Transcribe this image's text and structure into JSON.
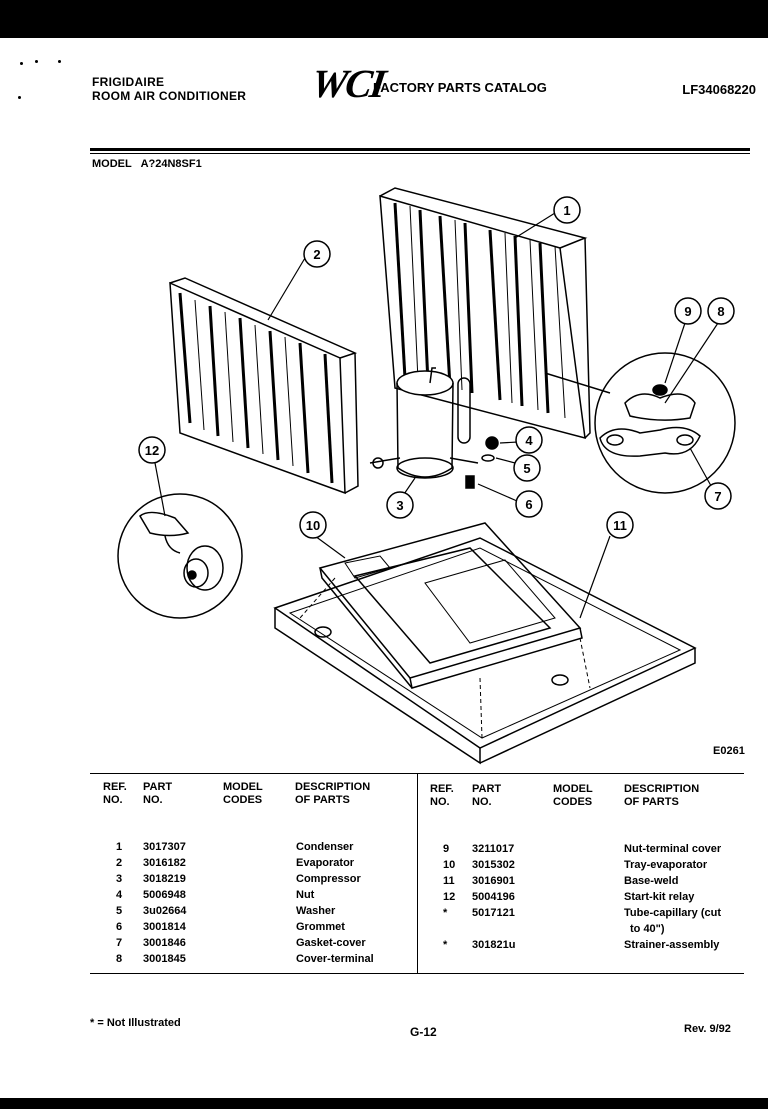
{
  "header": {
    "brand": "FRIGIDAIRE",
    "product": "ROOM AIR CONDITIONER",
    "logo": "WCI",
    "catalog_title": "FACTORY PARTS CATALOG",
    "catalog_id": "LF34068220",
    "model_label": "MODEL",
    "model_number": "A?24N8SF1"
  },
  "diagram": {
    "callouts": [
      "1",
      "2",
      "3",
      "4",
      "5",
      "6",
      "7",
      "8",
      "9",
      "10",
      "11",
      "12"
    ],
    "code": "E0261"
  },
  "table": {
    "headers_left": {
      "ref": "REF.",
      "ref2": "NO.",
      "part": "PART",
      "part2": "NO.",
      "model": "MODEL",
      "model2": "CODES",
      "desc": "DESCRIPTION",
      "desc2": "OF PARTS"
    },
    "headers_right": {
      "ref": "REF.",
      "ref2": "NO.",
      "part": "PART",
      "part2": "NO.",
      "model": "MODEL",
      "model2": "CODES",
      "desc": "DESCRIPTION",
      "desc2": "OF PARTS"
    },
    "left_rows": [
      {
        "ref": "1",
        "part": "3017307",
        "desc": "Condenser"
      },
      {
        "ref": "2",
        "part": "3016182",
        "desc": "Evaporator"
      },
      {
        "ref": "3",
        "part": "3018219",
        "desc": "Compressor"
      },
      {
        "ref": "4",
        "part": "5006948",
        "desc": "Nut"
      },
      {
        "ref": "5",
        "part": "3u02664",
        "desc": "Washer"
      },
      {
        "ref": "6",
        "part": "3001814",
        "desc": "Grommet"
      },
      {
        "ref": "7",
        "part": "3001846",
        "desc": "Gasket-cover"
      },
      {
        "ref": "8",
        "part": "3001845",
        "desc": "Cover-terminal"
      }
    ],
    "right_rows": [
      {
        "ref": "9",
        "part": "3211017",
        "desc": "Nut-terminal cover"
      },
      {
        "ref": "10",
        "part": "3015302",
        "desc": "Tray-evaporator"
      },
      {
        "ref": "11",
        "part": "3016901",
        "desc": "Base-weld"
      },
      {
        "ref": "12",
        "part": "5004196",
        "desc": "Start-kit relay"
      },
      {
        "ref": "*",
        "part": "5017121",
        "desc": "Tube-capillary (cut"
      },
      {
        "ref": "",
        "part": "",
        "desc": "to 40\")"
      },
      {
        "ref": "*",
        "part": "301821u",
        "desc": "Strainer-assembly"
      }
    ]
  },
  "footer": {
    "note": "* = Not Illustrated",
    "page": "G-12",
    "revision": "Rev. 9/92"
  }
}
